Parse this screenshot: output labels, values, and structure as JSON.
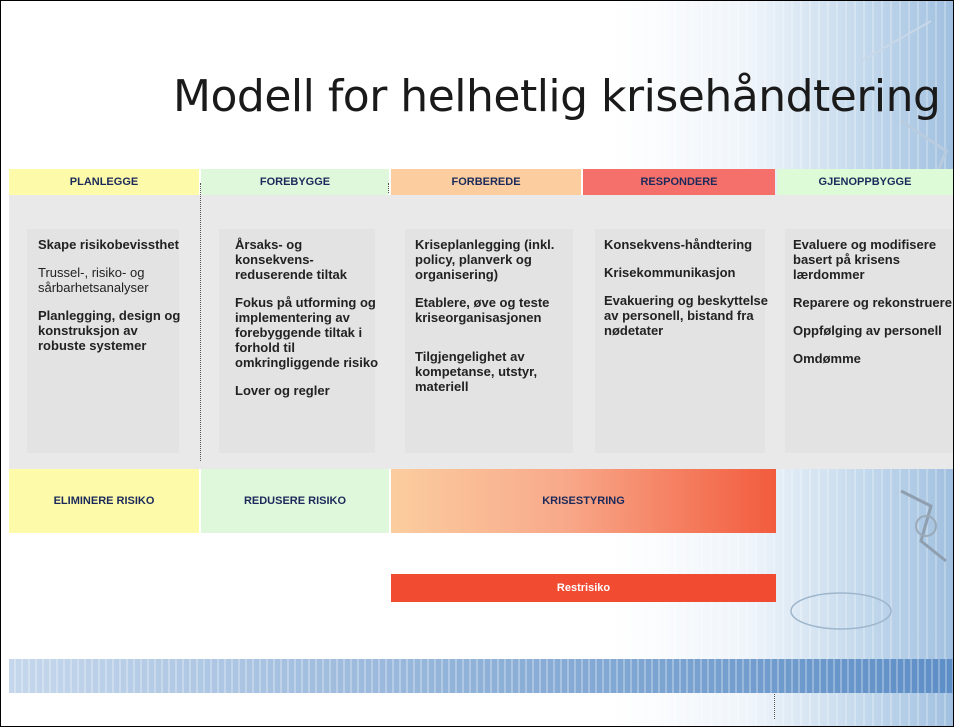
{
  "title": "Modell for helhetlig krisehåndtering",
  "colors": {
    "planlegge": "#fdfaa9",
    "forebygge": "#dff8dc",
    "forberede": "#fbcd9f",
    "respondere": "#f5706a",
    "gjenoppbygge": "#ddfbd7",
    "restrisiko": "#f14b32",
    "header_text": "#1b2a5a"
  },
  "headers": [
    "PLANLEGGE",
    "FOREBYGGE",
    "FORBEREDE",
    "RESPONDERE",
    "GJENOPPBYGGE"
  ],
  "columns": [
    {
      "items": [
        {
          "text": "Skape risikobevissthet",
          "bold": true
        },
        {
          "text": "Trussel-, risiko- og sårbarhetsanalyser",
          "bold": false
        },
        {
          "text": "Planlegging, design og konstruksjon av robuste systemer",
          "bold": true
        }
      ]
    },
    {
      "items": [
        {
          "text": "Årsaks- og konsekvens-reduserende tiltak",
          "bold": true
        },
        {
          "text": "Fokus på utforming og implementering av forebyggende tiltak i forhold til omkringliggende risiko",
          "bold": true
        },
        {
          "text": "Lover og regler",
          "bold": true
        }
      ]
    },
    {
      "items": [
        {
          "text": "Kriseplanlegging (inkl. policy, planverk og organisering)",
          "bold": true
        },
        {
          "text": "Etablere, øve og teste kriseorganisasjonen",
          "bold": true
        },
        {
          "text": "Tilgjengelighet av kompetanse, utstyr, materiell",
          "bold": true
        }
      ]
    },
    {
      "items": [
        {
          "text": "Konsekvens-håndtering",
          "bold": true
        },
        {
          "text": "Krisekommunikasjon",
          "bold": true
        },
        {
          "text": "Evakuering og beskyttelse av personell, bistand fra nødetater",
          "bold": true
        }
      ]
    },
    {
      "items": [
        {
          "text": "Evaluere og modifisere basert på krisens lærdommer",
          "bold": true
        },
        {
          "text": "Reparere og rekonstruere",
          "bold": true
        },
        {
          "text": "Oppfølging av personell",
          "bold": true
        },
        {
          "text": "Omdømme",
          "bold": true
        }
      ]
    }
  ],
  "outcomes": {
    "eliminere": "ELIMINERE RISIKO",
    "redusere": "REDUSERE RISIKO",
    "krisestyring": "KRISESTYRING",
    "restrisiko": "Restrisiko"
  }
}
